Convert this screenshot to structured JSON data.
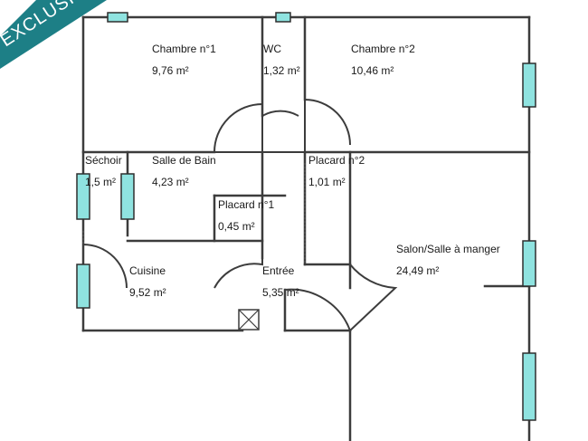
{
  "banner": {
    "text": "EXCLUSIVITÉ",
    "color": "#1d7f86"
  },
  "rooms": [
    {
      "id": "chambre1",
      "name": "Chambre n°1",
      "area": "9,76 m²"
    },
    {
      "id": "wc",
      "name": "WC",
      "area": "1,32 m²"
    },
    {
      "id": "chambre2",
      "name": "Chambre n°2",
      "area": "10,46 m²"
    },
    {
      "id": "sechoir",
      "name": "Séchoir",
      "area": "1,5 m²"
    },
    {
      "id": "sdb",
      "name": "Salle de Bain",
      "area": "4,23 m²"
    },
    {
      "id": "placard2",
      "name": "Placard n°2",
      "area": "1,01 m²"
    },
    {
      "id": "placard1",
      "name": "Placard n°1",
      "area": "0,45 m²"
    },
    {
      "id": "salon",
      "name": "Salon/Salle à manger",
      "area": "24,49 m²"
    },
    {
      "id": "cuisine",
      "name": "Cuisine",
      "area": "9,52 m²"
    },
    {
      "id": "entree",
      "name": "Entrée",
      "area": "5,35 m²"
    }
  ],
  "colors": {
    "window": "#8fe3e0",
    "wall": "#3c3c3c"
  }
}
